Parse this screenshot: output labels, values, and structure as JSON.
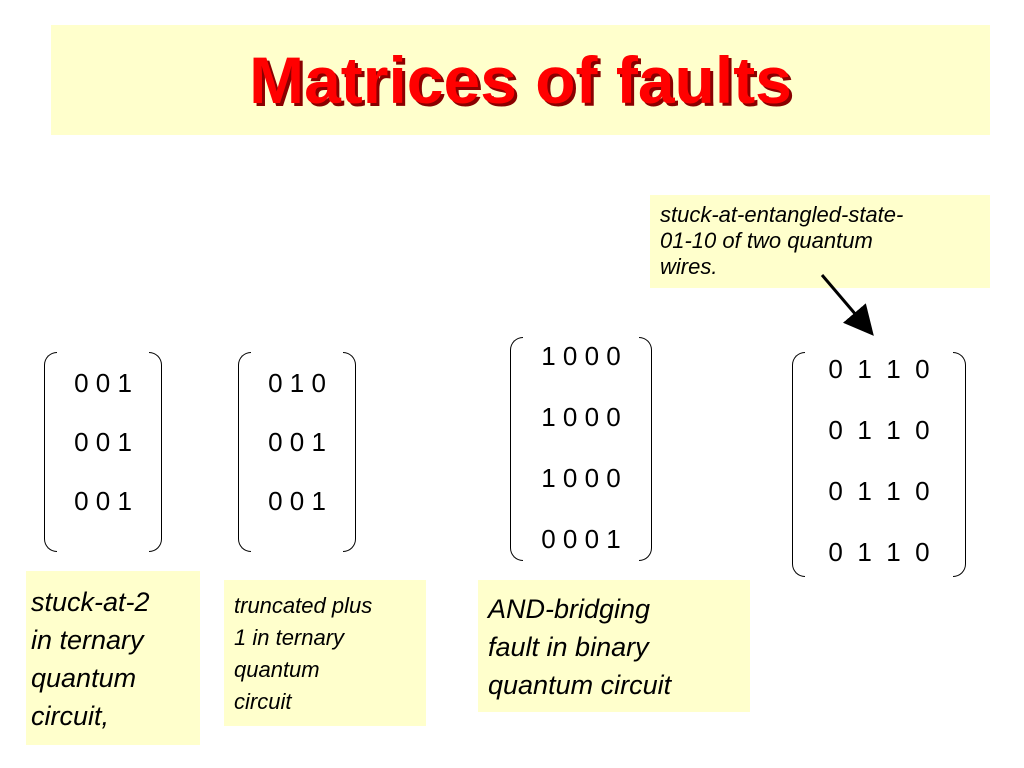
{
  "slide": {
    "title": "Matrices of faults"
  },
  "matrices": [
    {
      "rows": [
        "0 0 1",
        "0 0 1",
        "0 0 1"
      ]
    },
    {
      "rows": [
        "0 1 0",
        "0 0 1",
        "0 0 1"
      ]
    },
    {
      "rows": [
        "1 0 0 0",
        "1 0 0 0",
        "1 0 0 0",
        "0 0 0 1"
      ]
    },
    {
      "rows": [
        "0  1  1  0",
        "0  1  1  0",
        "0  1  1  0",
        "0  1  1  0"
      ]
    }
  ],
  "labels": {
    "stuck_at_2": [
      "stuck-at-2",
      "in ternary",
      "quantum",
      "circuit,"
    ],
    "truncated_plus_1": [
      "truncated plus",
      "1 in ternary",
      "quantum",
      "circuit"
    ],
    "and_bridging": [
      "AND-bridging",
      "fault in binary",
      "quantum circuit"
    ],
    "entangled": [
      "stuck-at-entangled-state-",
      "01-10 of two quantum",
      "wires."
    ]
  },
  "colors": {
    "title_text": "#ff0000",
    "box_background": "#ffffcc"
  }
}
